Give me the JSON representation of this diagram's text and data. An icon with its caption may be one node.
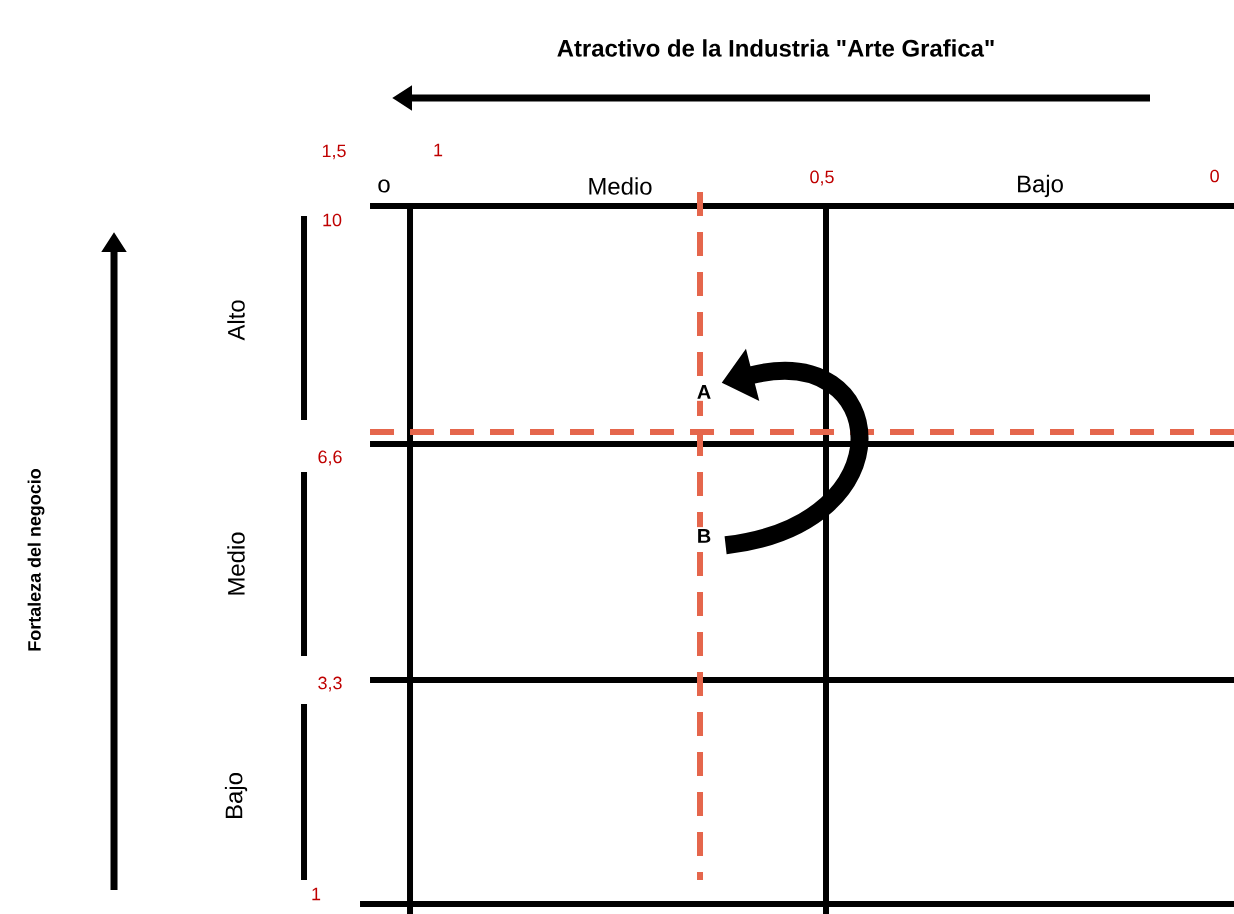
{
  "diagram": {
    "title": "Atractivo de la Industria \"Arte Grafica\"",
    "nodes": [
      {
        "text": [
          "A"
        ]
      },
      {
        "text": [
          "B"
        ]
      }
    ],
    "edges": [
      {
        "from": 1,
        "to": 0,
        "arrow": "to"
      }
    ],
    "labels": [
      "Fortaleza del negocio",
      "1,5",
      "o",
      "1",
      "Medio",
      "0,5",
      "Bajo",
      "0",
      "10",
      "Alto",
      "6,6",
      "Medio",
      "3,3",
      "Bajo",
      "1"
    ]
  }
}
